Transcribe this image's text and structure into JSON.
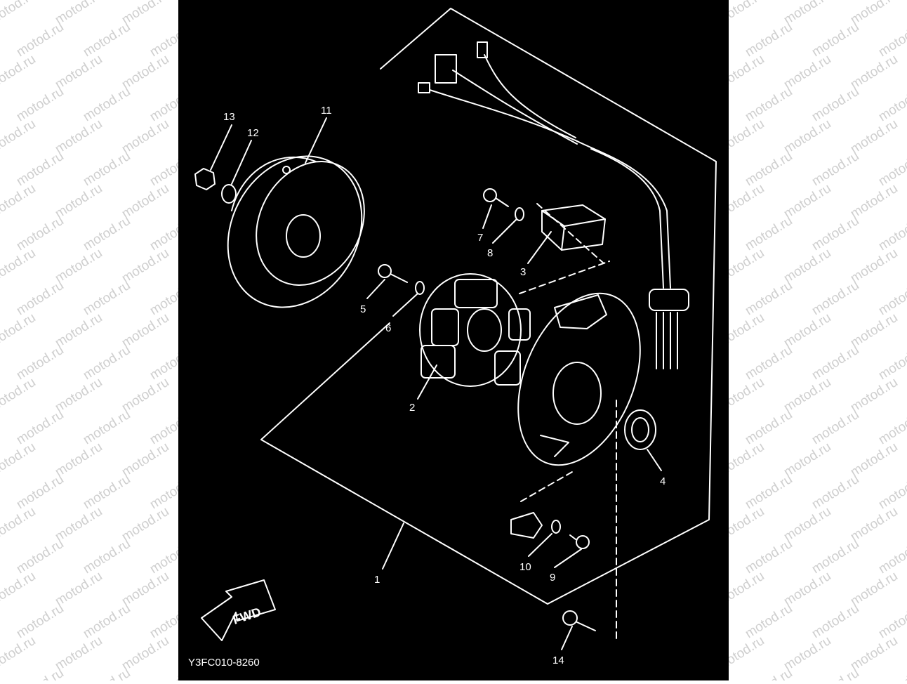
{
  "watermark": "motod.ru",
  "diagram_code": "Y3FC010-8260",
  "fwd_label": "FWD",
  "callouts": [
    "1",
    "2",
    "3",
    "4",
    "5",
    "6",
    "7",
    "8",
    "9",
    "10",
    "11",
    "12",
    "13",
    "14"
  ],
  "colors": {
    "background": "#000000",
    "linework": "#ffffff",
    "margin": "#ffffff",
    "watermark": "#cfcfcf"
  }
}
